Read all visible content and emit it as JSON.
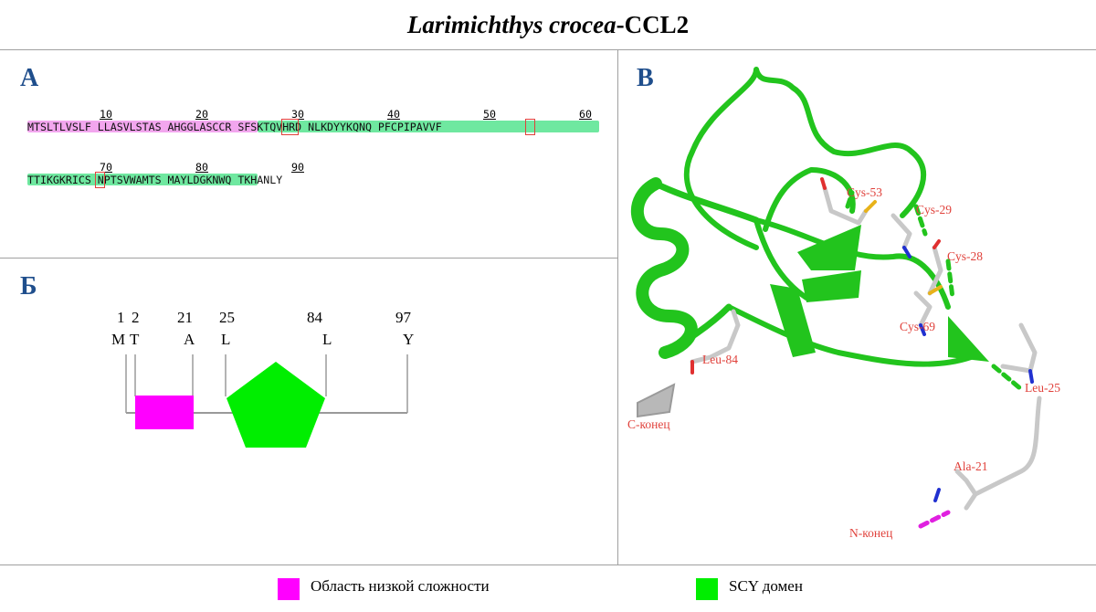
{
  "title": {
    "italic": "Larimichthys crocea",
    "rest": "-CCL2"
  },
  "panels": {
    "a": "A",
    "b": "Б",
    "c": "B"
  },
  "sequence": {
    "row1": {
      "ticks": [
        "10",
        "20",
        "30",
        "40",
        "50",
        "60"
      ],
      "text": "MTSLTLVSLF LLASVLSTAS AHGGLASCCR SFSKTQVHRD NLKDYYKQNQ PFCPIPAVVF"
    },
    "row2": {
      "ticks": [
        "70",
        "80",
        "90"
      ],
      "text": "TTIKGKRICS NPTSVWAMTS MAYLDGKNWQ TKHANLY"
    }
  },
  "domain_map": {
    "positions": [
      "1",
      "2",
      "21",
      "25",
      "84",
      "97"
    ],
    "residues": [
      "M",
      "T",
      "A",
      "L",
      "L",
      "Y"
    ]
  },
  "structure_labels": {
    "cys53": "Cys-53",
    "cys29": "Cys-29",
    "cys28": "Cys-28",
    "cys69": "Cys-69",
    "leu84": "Leu-84",
    "leu25": "Leu-25",
    "ala21": "Ala-21",
    "cterm": "С-конец",
    "nterm": "N-конец"
  },
  "legend": {
    "low_complexity": "Область низкой сложности",
    "scy": "SCY домен"
  },
  "colors": {
    "low_complexity": "#ff00ff",
    "scy": "#00ee00",
    "seq_pink": "#f2a6ee",
    "seq_green": "#6fe8a0",
    "ribbon": "#22c41d",
    "panel_letter": "#1f4e8c",
    "label_red": "#e0413b"
  }
}
